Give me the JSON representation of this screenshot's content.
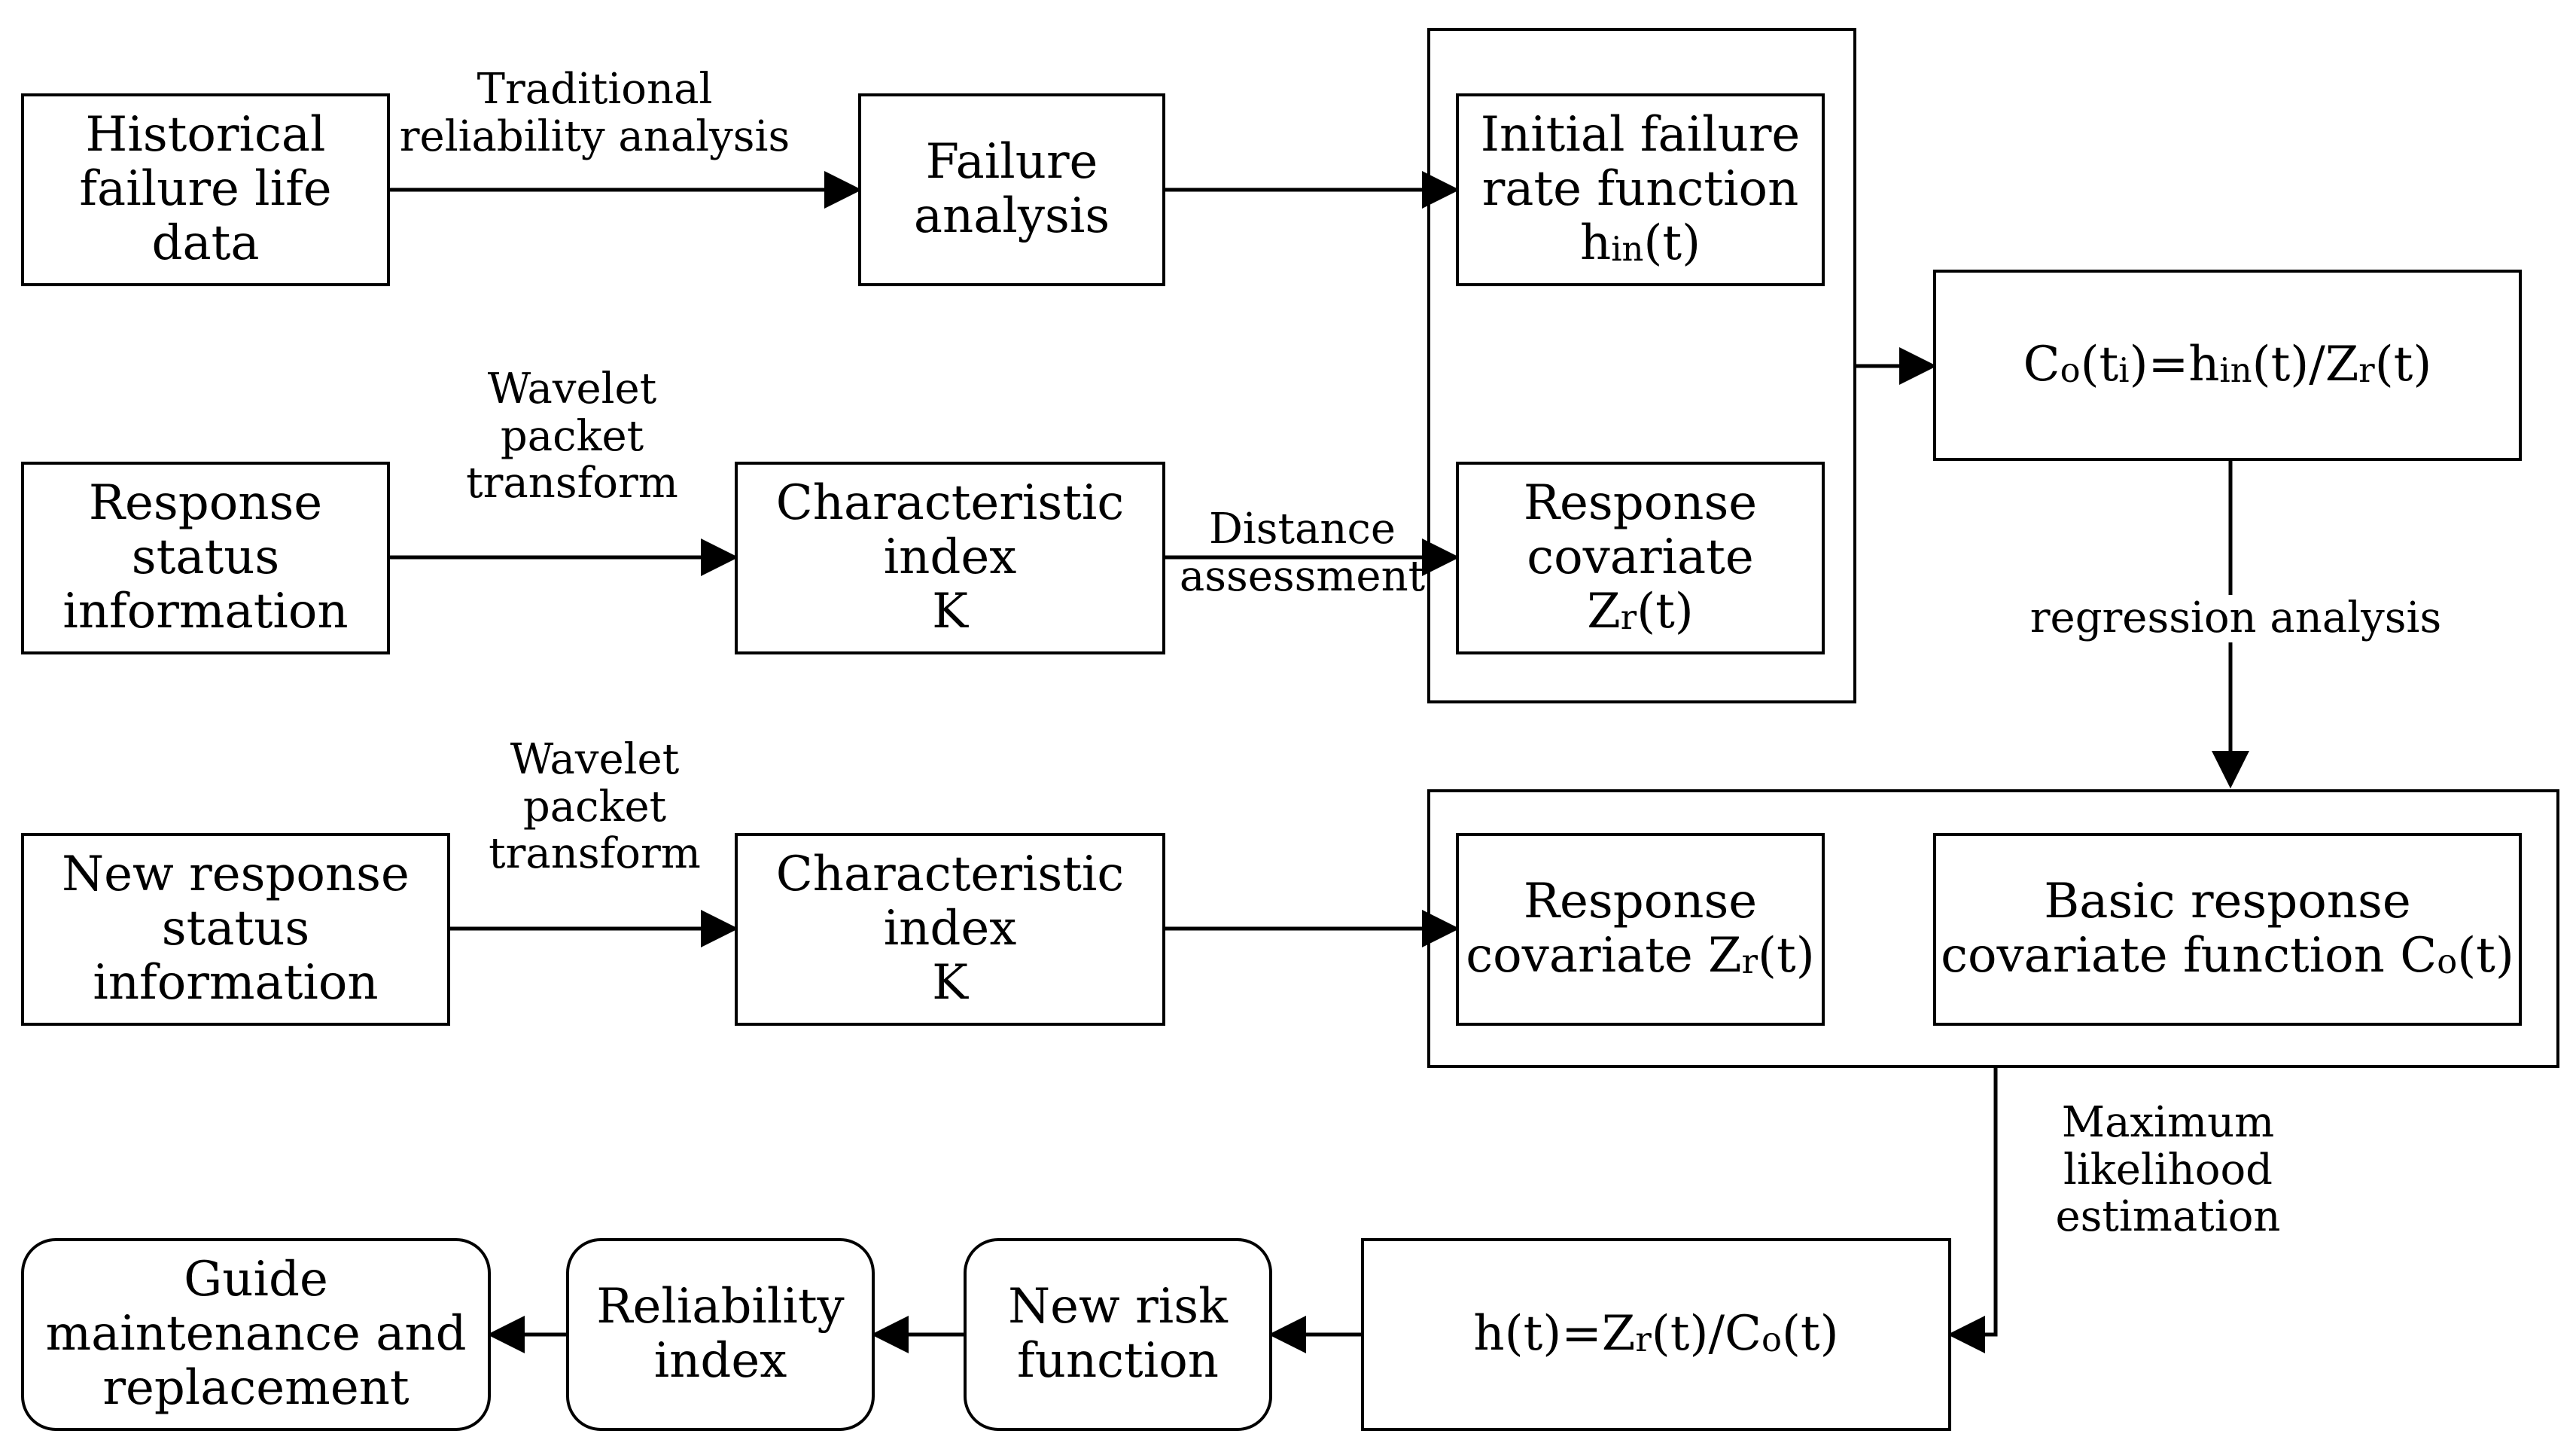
{
  "boxes": {
    "historical": "Historical\nfailure life\ndata",
    "failure_analysis": "Failure\nanalysis",
    "initial_rate_line1": "Initial failure",
    "initial_rate_line2": "rate function",
    "initial_rate_h": "h",
    "initial_rate_sub": "in",
    "initial_rate_t": "(t)",
    "response_status": "Response\nstatus\ninformation",
    "char_index_1": "Characteristic\nindex\nK",
    "response_cov_line1": "Response",
    "response_cov_line2": "covariate",
    "response_cov_z": "Z",
    "response_cov_sub": "r",
    "response_cov_t": "(t)",
    "new_response_status": "New response\nstatus\ninformation",
    "char_index_2": "Characteristic\nindex\nK",
    "response_cov2_text": "Response",
    "response_cov2_line2": "covariate Z",
    "response_cov2_sub": "r",
    "response_cov2_t": "(t)",
    "basic_cov_line1": "Basic response",
    "basic_cov_line2": "covariate function C",
    "basic_cov_sub": "o",
    "basic_cov_t": "(t)",
    "guide": "Guide\nmaintenance and\nreplacement",
    "reliability_index": "Reliability\nindex",
    "new_risk": "New risk\nfunction"
  },
  "formulas": {
    "c0": {
      "a": "C",
      "a_sub": "o",
      "b": "(t",
      "b_sub": "i",
      "c": ")=h",
      "c_sub": "in",
      "d": "(t)/Z",
      "d_sub": "r",
      "e": "(t)"
    },
    "h": {
      "a": "h(t)=Z",
      "a_sub": "r",
      "b": "(t)/C",
      "b_sub": "o",
      "c": "(t)"
    }
  },
  "edge_labels": {
    "traditional": "Traditional\nreliability analysis",
    "wavelet_1": "Wavelet\npacket\ntransform",
    "wavelet_2": "Wavelet\npacket\ntransform",
    "distance": "Distance\nassessment",
    "regression": "regression analysis",
    "mle": "Maximum\nlikelihood\nestimation"
  }
}
